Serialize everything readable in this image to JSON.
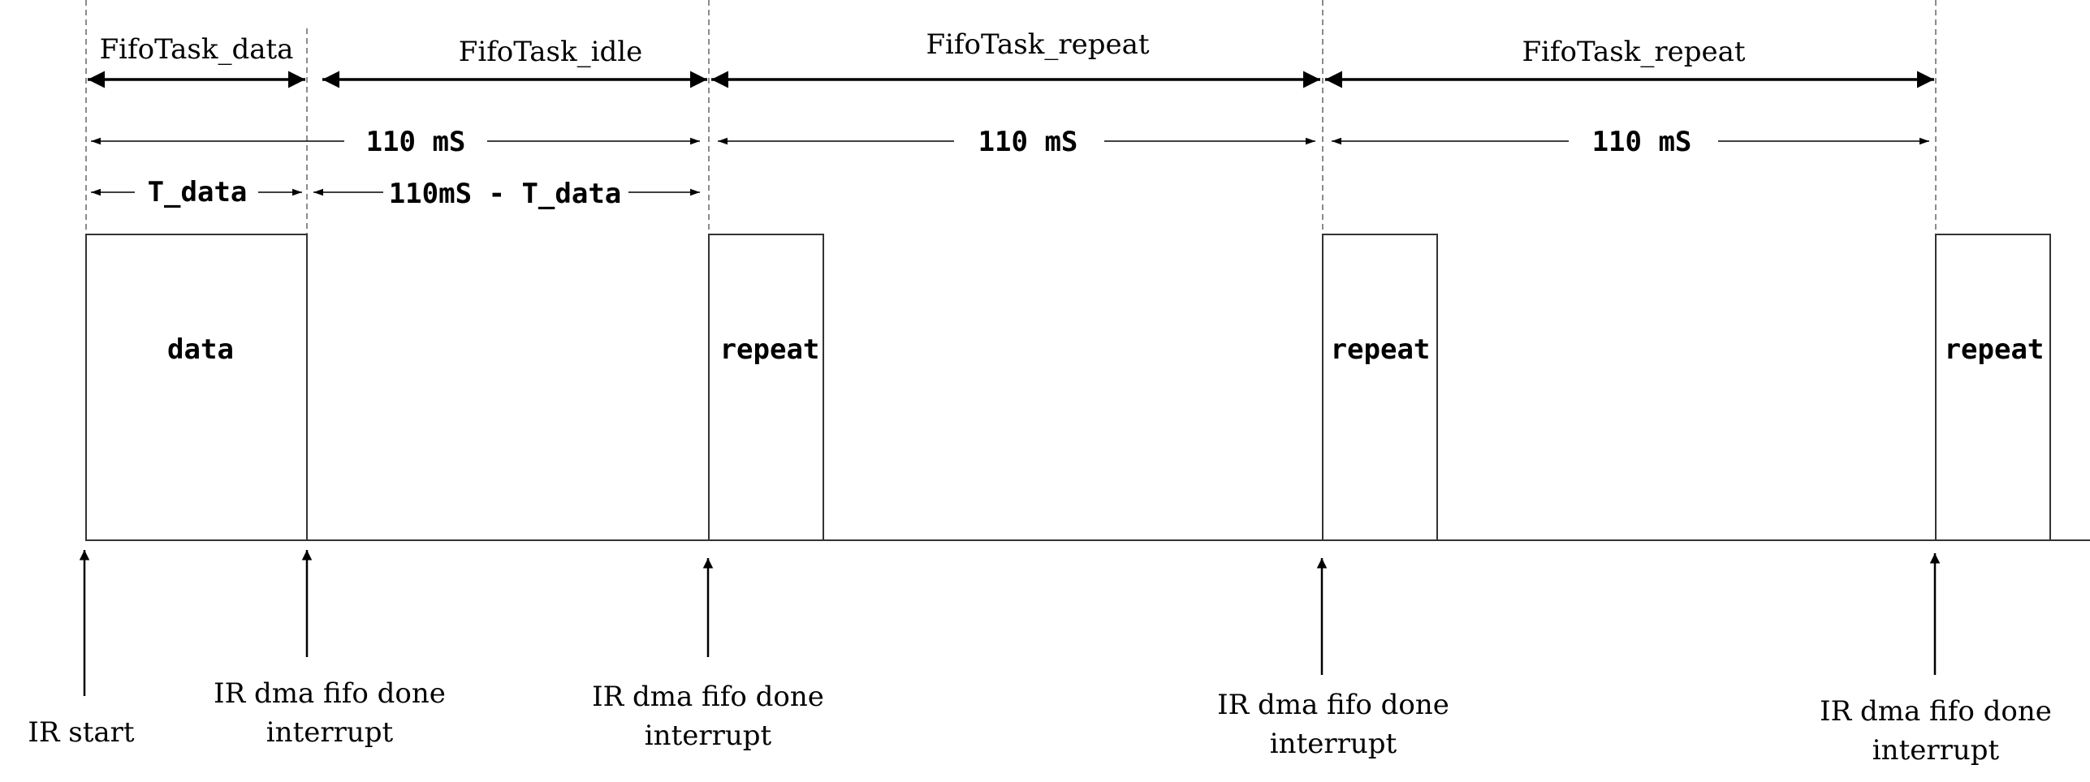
{
  "tasks": [
    {
      "label": "FifoTask_data"
    },
    {
      "label": "FifoTask_idle"
    },
    {
      "label": "FifoTask_repeat"
    },
    {
      "label": "FifoTask_repeat"
    }
  ],
  "durations": [
    {
      "label": "110 mS"
    },
    {
      "label": "110 mS"
    },
    {
      "label": "110 mS"
    }
  ],
  "sub_durations": [
    {
      "label": "T_data"
    },
    {
      "label": "110mS - T_data"
    }
  ],
  "pulses": [
    {
      "label": "data"
    },
    {
      "label": "repeat"
    },
    {
      "label": "repeat"
    },
    {
      "label": "repeat"
    }
  ],
  "events": [
    {
      "line1": "IR start",
      "line2": ""
    },
    {
      "line1": "IR dma fifo done",
      "line2": "interrupt"
    },
    {
      "line1": "IR dma fifo done",
      "line2": "interrupt"
    },
    {
      "line1": "IR dma fifo done",
      "line2": "interrupt"
    },
    {
      "line1": "IR dma fifo done",
      "line2": "interrupt"
    }
  ],
  "colors": {
    "stroke": "#000000",
    "thin": "#333333",
    "dash": "#666666"
  }
}
